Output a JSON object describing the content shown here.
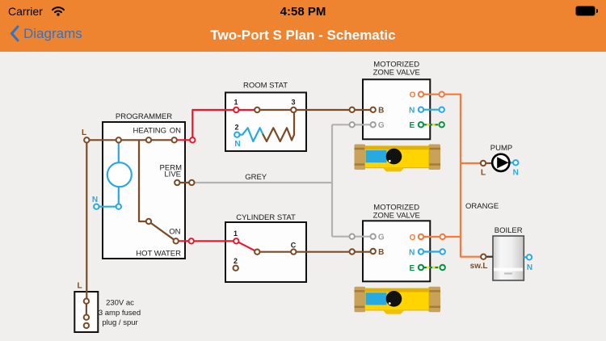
{
  "status_bar": {
    "carrier": "Carrier",
    "time": "4:58 PM"
  },
  "nav": {
    "back_label": "Diagrams",
    "title": "Two-Port S Plan - Schematic"
  },
  "diagram": {
    "programmer": {
      "title": "PROGRAMMER",
      "heating": "HEATING",
      "heating_on": "ON",
      "perm": "PERM",
      "live": "LIVE",
      "hw_on": "ON",
      "hot_water": "HOT WATER",
      "l": "L",
      "n": "N"
    },
    "room_stat": {
      "title": "ROOM STAT",
      "t1": "1",
      "t2": "2",
      "t3": "3",
      "n": "N"
    },
    "cylinder_stat": {
      "title": "CYLINDER STAT",
      "t1": "1",
      "t2": "2",
      "c": "C"
    },
    "valve_top": {
      "line1": "MOTORIZED",
      "line2": "ZONE VALVE",
      "b": "B",
      "g": "G",
      "o": "O",
      "n": "N",
      "e": "E"
    },
    "valve_bottom": {
      "line1": "MOTORIZED",
      "line2": "ZONE VALVE",
      "b": "B",
      "g": "G",
      "o": "O",
      "n": "N",
      "e": "E"
    },
    "pump": {
      "title": "PUMP",
      "l": "L",
      "n": "N"
    },
    "boiler": {
      "title": "BOILER",
      "sw_l": "sw.L",
      "n": "N"
    },
    "wire_labels": {
      "grey": "GREY",
      "orange": "ORANGE"
    },
    "spur": {
      "l": "L",
      "line1": "230V ac",
      "line2": "3 amp fused",
      "line3": "plug / spur"
    }
  },
  "colors": {
    "header_orange": "#EE8330",
    "nav_blue": "#3273C4",
    "wire_brown": "#7A4B26",
    "wire_red": "#E9182C",
    "wire_blue": "#29A9E1",
    "wire_grey": "#B2B2B2",
    "wire_orange": "#F4793B",
    "wire_green": "#009245",
    "valve_yellow": "#FFD400"
  }
}
